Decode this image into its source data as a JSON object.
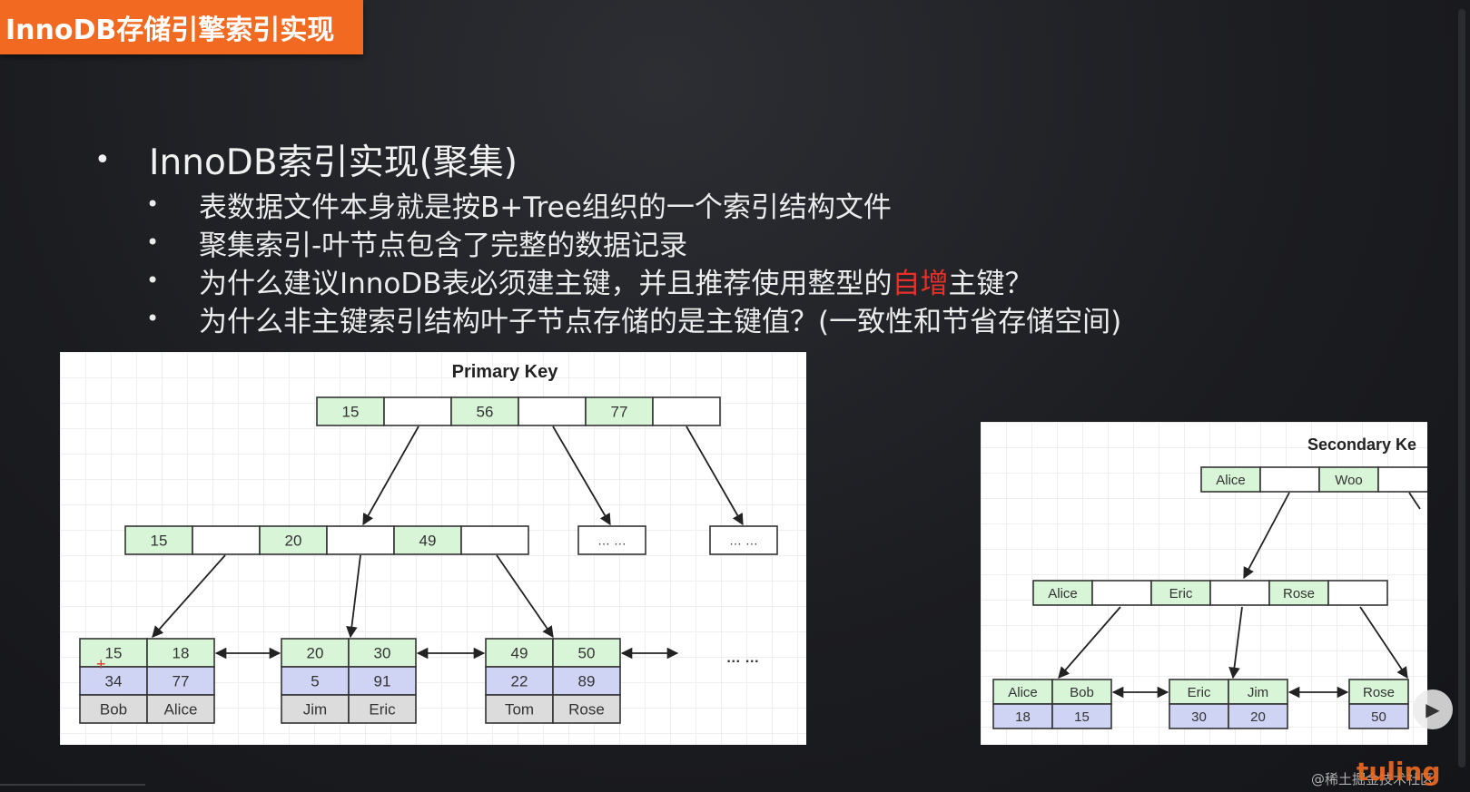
{
  "title": "InnoDB存储引擎索引实现",
  "bullets": {
    "main": "InnoDB索引实现(聚集)",
    "sub": [
      "表数据文件本身就是按B+Tree组织的一个索引结构文件",
      "聚集索引-叶节点包含了完整的数据记录",
      {
        "pre": "为什么建议InnoDB表必须建主键，并且推荐使用整型的",
        "highlight": "自增",
        "post": "主键？"
      },
      "为什么非主键索引结构叶子节点存储的是主键值？(一致性和节省存储空间)"
    ]
  },
  "primary": {
    "title": "Primary Key",
    "root": [
      "15",
      "56",
      "77"
    ],
    "level2": [
      "15",
      "20",
      "49"
    ],
    "ellipsis_nodes": [
      "… …",
      "… …"
    ],
    "leaves": [
      {
        "keys": [
          "15",
          "18"
        ],
        "vals": [
          "34",
          "77"
        ],
        "names": [
          "Bob",
          "Alice"
        ]
      },
      {
        "keys": [
          "20",
          "30"
        ],
        "vals": [
          "5",
          "91"
        ],
        "names": [
          "Jim",
          "Eric"
        ]
      },
      {
        "keys": [
          "49",
          "50"
        ],
        "vals": [
          "22",
          "89"
        ],
        "names": [
          "Tom",
          "Rose"
        ]
      }
    ],
    "leaf_ellipsis": "… …"
  },
  "secondary": {
    "title": "Secondary Ke",
    "root": [
      "Alice",
      "Woo"
    ],
    "level2": [
      "Alice",
      "Eric",
      "Rose"
    ],
    "leaves": [
      {
        "keys": [
          "Alice",
          "Bob"
        ],
        "vals": [
          "18",
          "15"
        ]
      },
      {
        "keys": [
          "Eric",
          "Jim"
        ],
        "vals": [
          "30",
          "20"
        ]
      },
      {
        "keys": [
          "Rose"
        ],
        "vals": [
          "50"
        ]
      }
    ]
  },
  "watermark": {
    "text": "@稀土掘金技术社区",
    "logo": "tuling"
  },
  "icons": {
    "play": "play-icon"
  },
  "colors": {
    "accent": "#f26a21",
    "highlight": "#e8302a",
    "key_fill": "#d8f5d8",
    "value_fill": "#cfd3f4",
    "name_fill": "#dcdcdc",
    "node_stroke": "#333333"
  }
}
